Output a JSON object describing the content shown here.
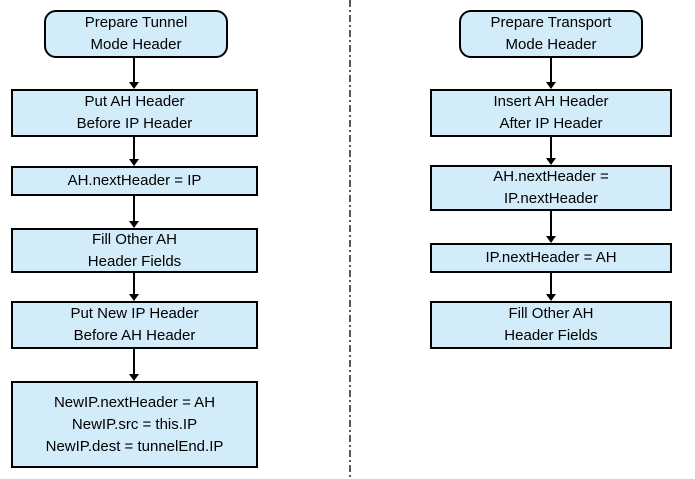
{
  "colors": {
    "box_fill": "#d3ecf9",
    "box_border": "#000000",
    "divider": "#595959",
    "background": "#ffffff",
    "text": "#000000"
  },
  "flows": {
    "left": {
      "nodes": [
        {
          "shape": "terminator",
          "lines": [
            "Prepare Tunnel",
            "Mode Header"
          ]
        },
        {
          "shape": "process",
          "lines": [
            "Put AH Header",
            "Before IP Header"
          ]
        },
        {
          "shape": "process",
          "lines": [
            "AH.nextHeader = IP"
          ]
        },
        {
          "shape": "process",
          "lines": [
            "Fill Other AH",
            "Header Fields"
          ]
        },
        {
          "shape": "process",
          "lines": [
            "Put New IP Header",
            "Before AH Header"
          ]
        },
        {
          "shape": "process",
          "lines": [
            "NewIP.nextHeader = AH",
            "NewIP.src = this.IP",
            "NewIP.dest = tunnelEnd.IP"
          ]
        }
      ]
    },
    "right": {
      "nodes": [
        {
          "shape": "terminator",
          "lines": [
            "Prepare Transport",
            "Mode Header"
          ]
        },
        {
          "shape": "process",
          "lines": [
            "Insert AH Header",
            "After IP Header"
          ]
        },
        {
          "shape": "process",
          "lines": [
            "AH.nextHeader =",
            "IP.nextHeader"
          ]
        },
        {
          "shape": "process",
          "lines": [
            "IP.nextHeader = AH"
          ]
        },
        {
          "shape": "process",
          "lines": [
            "Fill Other AH",
            "Header Fields"
          ]
        }
      ]
    }
  }
}
